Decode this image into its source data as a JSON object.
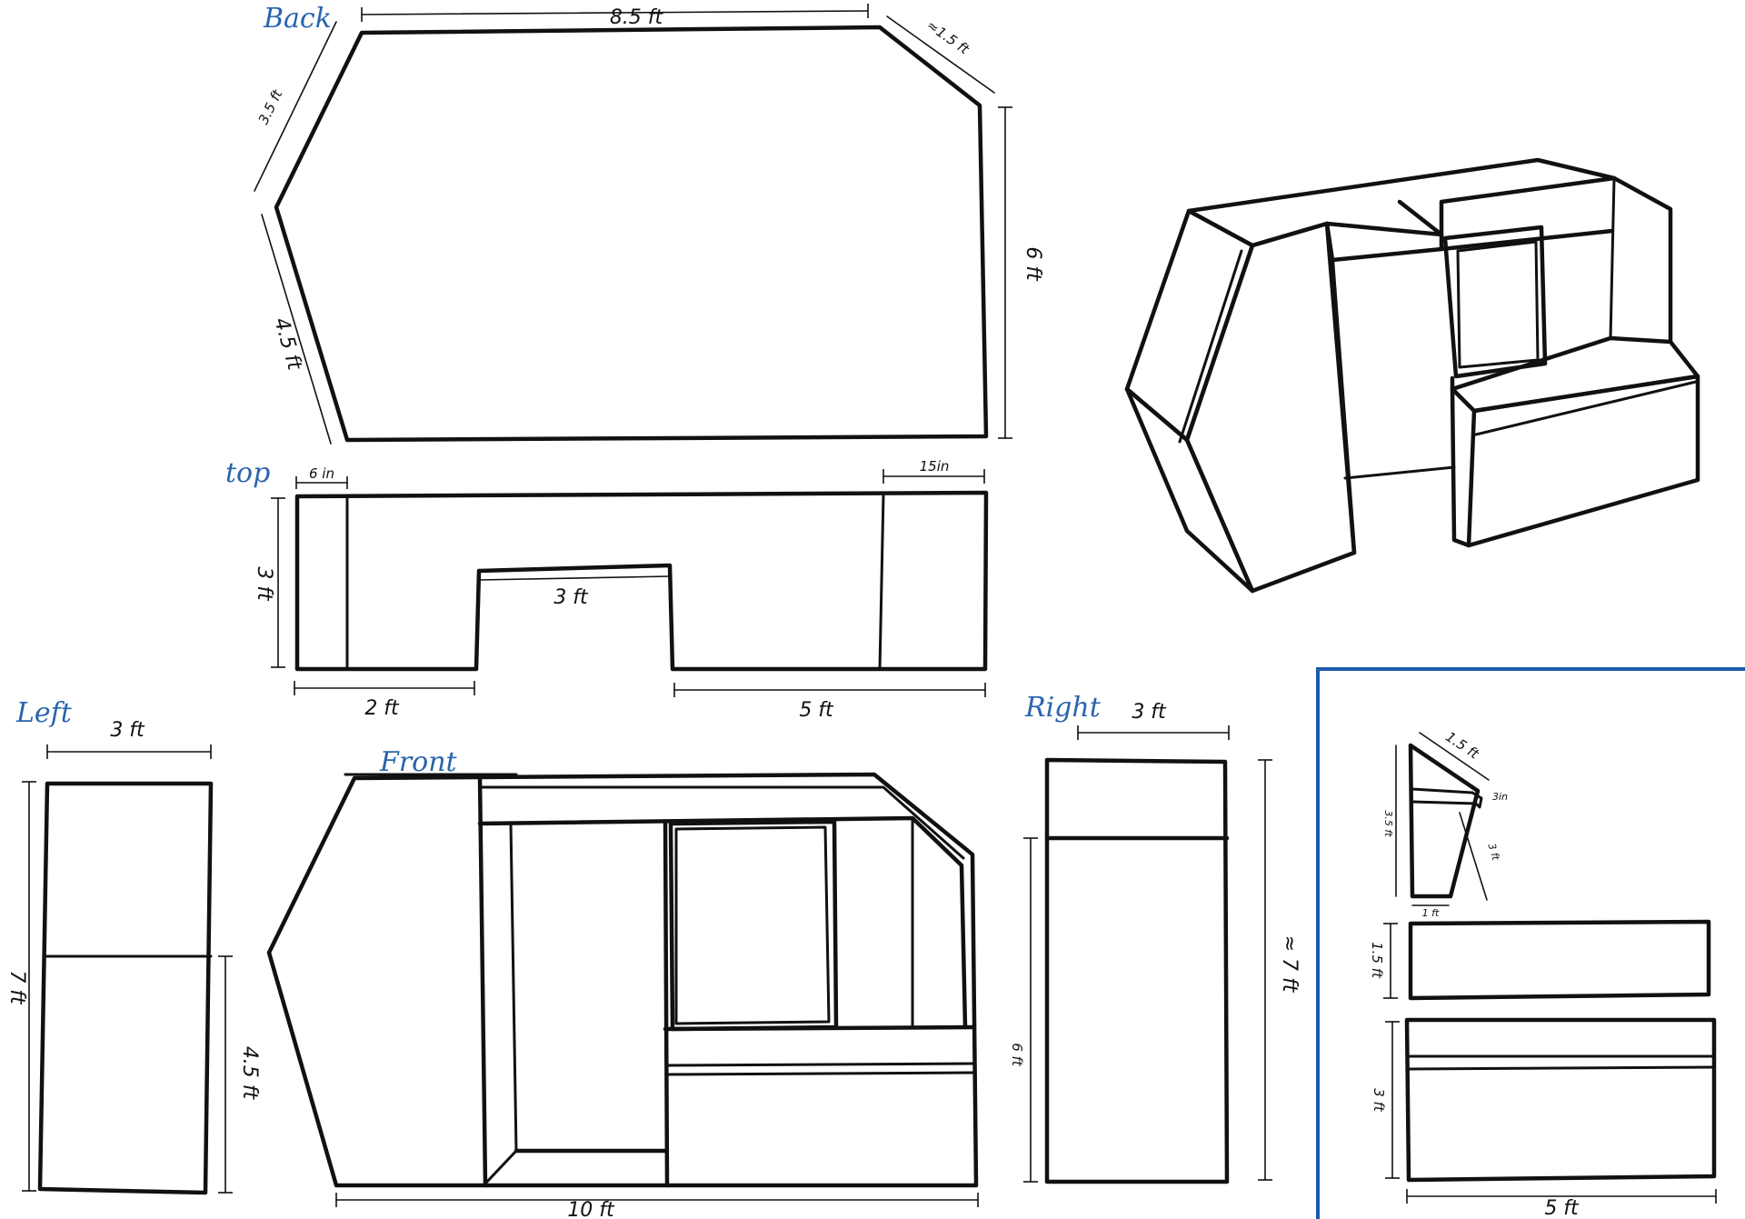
{
  "views": {
    "back": {
      "title": "Back",
      "dims": {
        "width": "8.5 ft",
        "bevel": "≈1.5 ft",
        "upper_left": "3.5 ft",
        "lower_left": "4.5 ft",
        "height": "6 ft"
      }
    },
    "top": {
      "title": "top",
      "dims": {
        "left_strip": "6 in",
        "right_strip": "15in",
        "depth": "3 ft",
        "notch": "3 ft",
        "left_run": "2 ft",
        "right_run": "5 ft"
      }
    },
    "left": {
      "title": "Left",
      "dims": {
        "width": "3 ft",
        "height": "7 ft",
        "lower": "4.5 ft"
      }
    },
    "front": {
      "title": "Front",
      "dims": {
        "width": "10 ft"
      }
    },
    "right": {
      "title": "Right",
      "dims": {
        "width": "3 ft",
        "height": "≈ 7 ft",
        "lower": "6 ft"
      }
    },
    "detail": {
      "dims": {
        "slope_top": "1.5 ft",
        "small": "3in",
        "side": "3.5 ft",
        "slope_side": "3 ft",
        "base": "1 ft",
        "bench_top": "1.5 ft",
        "bench_front": "3 ft",
        "bench_width": "5 ft"
      }
    }
  },
  "colors": {
    "ink": "#111111",
    "title_blue": "#2a64ad",
    "frame_blue": "#1d5aa8"
  }
}
